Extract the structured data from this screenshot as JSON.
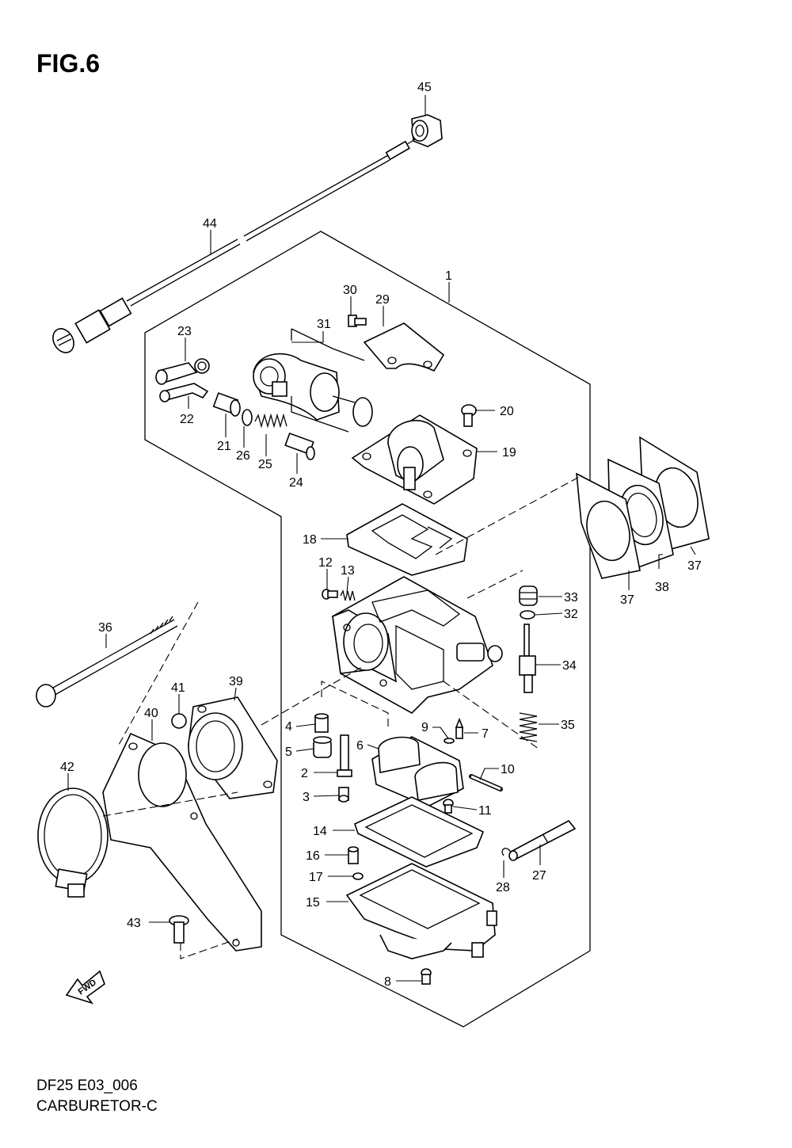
{
  "figure_title": "FIG.6",
  "diagram_code": "DF25 E03_006",
  "diagram_name": "CARBURETOR-C",
  "fwd_label": "FWD",
  "callouts": [
    "1",
    "2",
    "3",
    "4",
    "5",
    "6",
    "7",
    "8",
    "9",
    "10",
    "11",
    "12",
    "13",
    "14",
    "15",
    "16",
    "17",
    "18",
    "19",
    "20",
    "21",
    "22",
    "23",
    "24",
    "25",
    "26",
    "27",
    "28",
    "29",
    "30",
    "31",
    "32",
    "33",
    "34",
    "35",
    "36",
    "37",
    "38",
    "39",
    "40",
    "41",
    "42",
    "43",
    "44",
    "45"
  ],
  "callout_37_second": "37"
}
